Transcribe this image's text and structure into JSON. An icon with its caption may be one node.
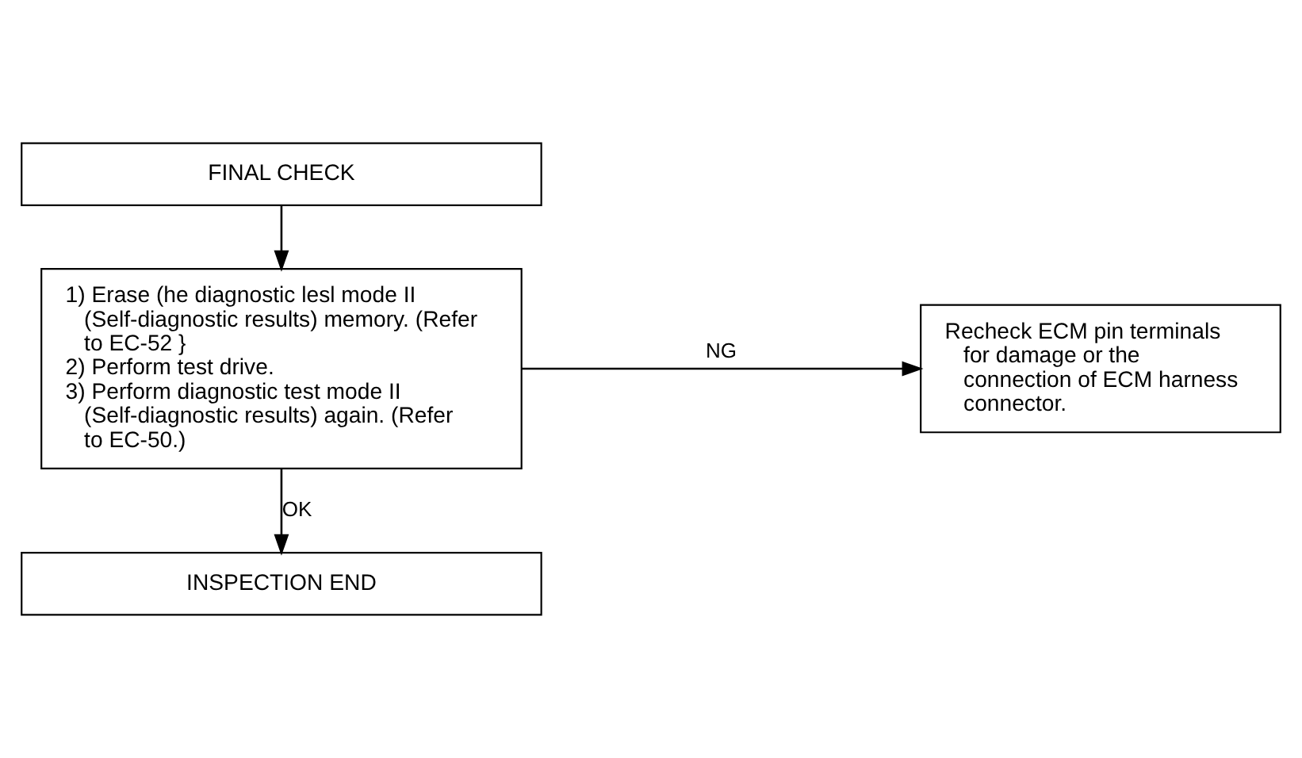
{
  "diagram": {
    "nodes": [
      {
        "text": [
          "FINAL CHECK"
        ]
      },
      {
        "text": [
          "1) Erase (he diagnostic lesl mode II (Self-diagnostic results) memory. (Refer to EC-52 }",
          "2) Perform test drive.",
          "3) Perform diagnostic test mode II (Self-diagnostic results) again. (Refer to EC-50.)"
        ]
      },
      {
        "text": [
          "Recheck ECM pin terminals for damage or the connection of ECM harness connector."
        ]
      },
      {
        "text": [
          "INSPECTION END"
        ]
      }
    ],
    "edges": [
      {
        "from": 0,
        "to": 1,
        "arrow": "to"
      },
      {
        "from": 1,
        "to": 2,
        "arrow": "to",
        "label": "NG"
      },
      {
        "from": 1,
        "to": 3,
        "arrow": "to",
        "label": "OK"
      }
    ]
  }
}
